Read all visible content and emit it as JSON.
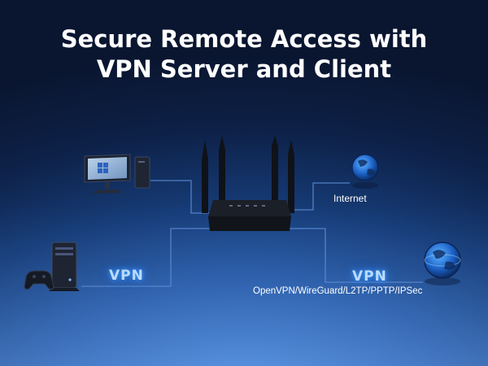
{
  "headline": {
    "line1": "Secure Remote Access with",
    "line2": "VPN Server and Client"
  },
  "labels": {
    "internet": "Internet",
    "vpn_left": "VPN",
    "vpn_right": "VPN",
    "protocols": "OpenVPN/WireGuard/L2TP/PPTP/IPSec"
  },
  "icons": [
    "desktop-computer-icon",
    "nas-server-icon",
    "game-controller-icon",
    "wifi-router-icon",
    "globe-icon"
  ],
  "colors": {
    "background_top": "#0a1630",
    "background_bottom": "#4a86d6",
    "cable": "#5a8ad0",
    "vpn_glow": "#3f9bff",
    "text": "#ffffff"
  }
}
